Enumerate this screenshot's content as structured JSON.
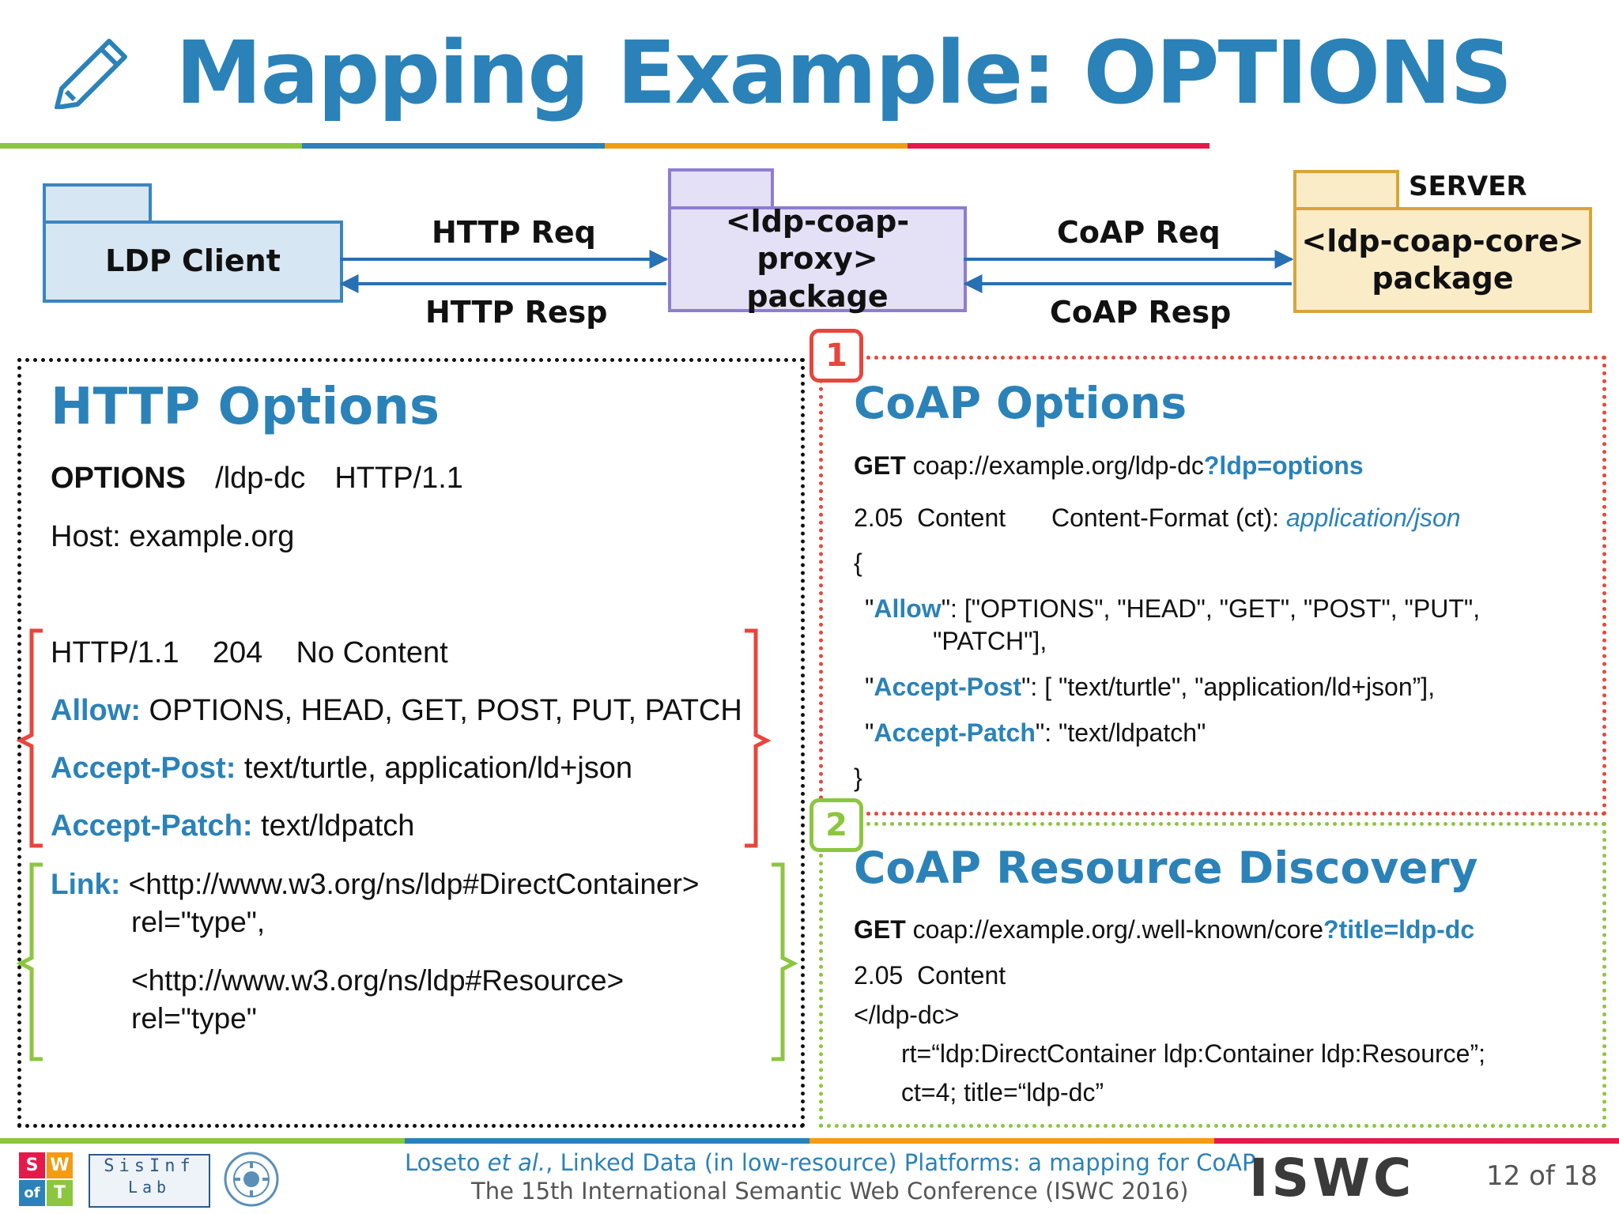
{
  "slide": {
    "title": "Mapping Example: OPTIONS"
  },
  "colors": {
    "accent_blue": "#2a82b8",
    "bar_green": "#8cc63f",
    "bar_blue": "#2a82b8",
    "bar_orange": "#f39c12",
    "bar_red": "#e6194b",
    "client_fill": "#d6e6f2",
    "proxy_fill": "#e4e0f5",
    "server_fill": "#fbecc8",
    "red_box": "#e8453c",
    "green_box": "#8cc63f"
  },
  "diagram": {
    "client": {
      "label": "LDP Client"
    },
    "proxy": {
      "line1": "<ldp-coap-proxy>",
      "line2": "package"
    },
    "server": {
      "tag": "SERVER",
      "line1": "<ldp-coap-core>",
      "line2": "package"
    },
    "arrows": {
      "http_req": "HTTP Req",
      "http_resp": "HTTP Resp",
      "coap_req": "CoAP Req",
      "coap_resp": "CoAP Resp"
    }
  },
  "http_panel": {
    "heading": "HTTP Options",
    "request_method": "OPTIONS",
    "request_path": "/ldp-dc",
    "request_version": "HTTP/1.1",
    "host_line": "Host: example.org",
    "status_line": "HTTP/1.1    204    No Content",
    "allow_key": "Allow:",
    "allow_val": " OPTIONS, HEAD, GET, POST, PUT, PATCH",
    "accept_post_key": "Accept-Post:",
    "accept_post_val": " text/turtle, application/ld+json",
    "accept_patch_key": "Accept-Patch:",
    "accept_patch_val": " text/ldpatch",
    "link_key": "Link:",
    "link_val1": " <http://www.w3.org/ns/ldp#DirectContainer>",
    "link_rel1": "rel=\"type\",",
    "link_val2": "<http://www.w3.org/ns/ldp#Resource>",
    "link_rel2": "rel=\"type\""
  },
  "coap_options": {
    "badge": "1",
    "heading": "CoAP Options",
    "get_label": "GET",
    "get_uri": " coap://example.org/ldp-dc",
    "get_query": "?ldp=options",
    "status": "2.05  Content",
    "ct_label": "Content-Format (ct): ",
    "ct_value": "application/json",
    "open_brace": "{",
    "allow_q1": "\"",
    "allow_key": "Allow",
    "allow_val1": "\": [\"OPTIONS\", \"HEAD\", \"GET\", \"POST\", \"PUT\",",
    "allow_val2": "\"PATCH\"],",
    "post_key": "Accept-Post",
    "post_val": "\": [ \"text/turtle\", \"application/ld+json”],",
    "patch_key": "Accept-Patch",
    "patch_val": "\": \"text/ldpatch\"",
    "close_brace": "}"
  },
  "coap_discovery": {
    "badge": "2",
    "heading": "CoAP Resource Discovery",
    "get_label": "GET",
    "get_uri": " coap://example.org/.well-known/core",
    "get_query": "?title=ldp-dc",
    "status": "2.05  Content",
    "resource": "</ldp-dc>",
    "rt_line": "rt=“ldp:DirectContainer ldp:Container ldp:Resource”;",
    "ct_line": "ct=4; title=“ldp-dc”"
  },
  "footer": {
    "logo1_letters": [
      "S",
      "W",
      "of",
      "T"
    ],
    "logo2_line1": "SisInf",
    "logo2_line2": "Lab",
    "isw_logo": "ISWC",
    "citation_author": "Loseto ",
    "citation_etal": "et al.",
    "citation_rest": ", Linked Data (in low-resource) Platforms: a mapping for CoAP",
    "conference": "The 15th International Semantic Web Conference (ISWC 2016)",
    "page": "12 of 18"
  }
}
